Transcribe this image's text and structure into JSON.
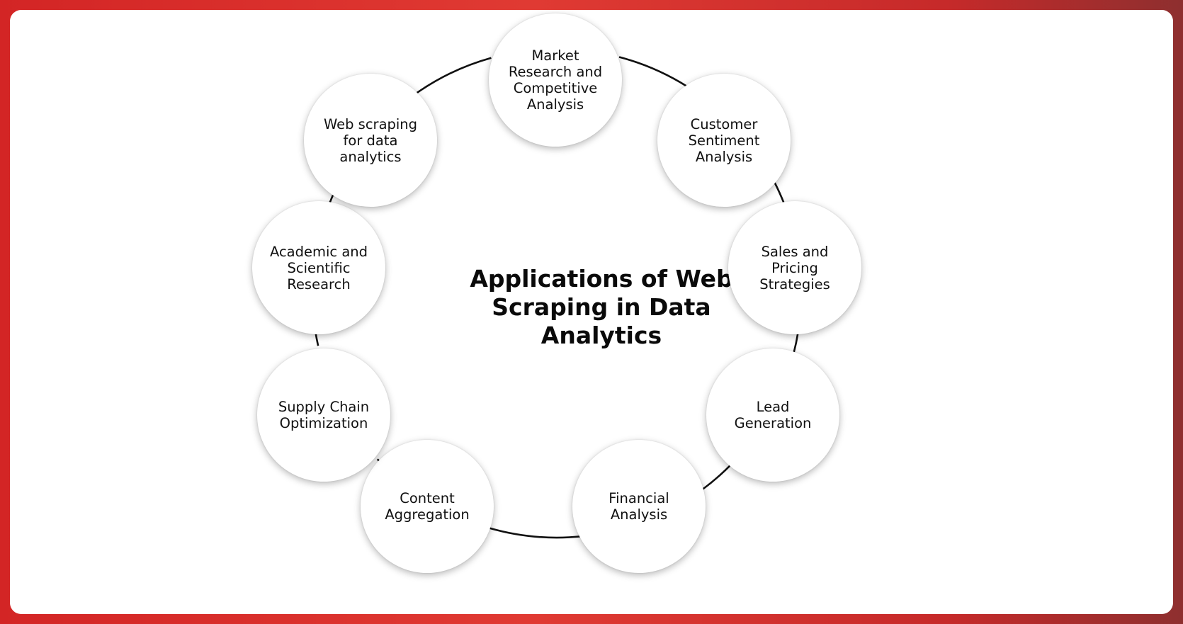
{
  "diagram": {
    "title": "Applications of Web\nScraping in Data\nAnalytics",
    "nodes": [
      {
        "label": "Market\nResearch and\nCompetitive\nAnalysis"
      },
      {
        "label": "Customer\nSentiment\nAnalysis"
      },
      {
        "label": "Sales and\nPricing\nStrategies"
      },
      {
        "label": "Lead\nGeneration"
      },
      {
        "label": "Financial\nAnalysis"
      },
      {
        "label": "Content\nAggregation"
      },
      {
        "label": "Supply Chain\nOptimization"
      },
      {
        "label": "Academic and\nScientific\nResearch"
      },
      {
        "label": "Web scraping\nfor data\nanalytics"
      }
    ]
  },
  "colors": {
    "frame_red": "#d62c2c",
    "card_background": "#ffffff",
    "ring_line": "#111111",
    "text": "#111111"
  }
}
